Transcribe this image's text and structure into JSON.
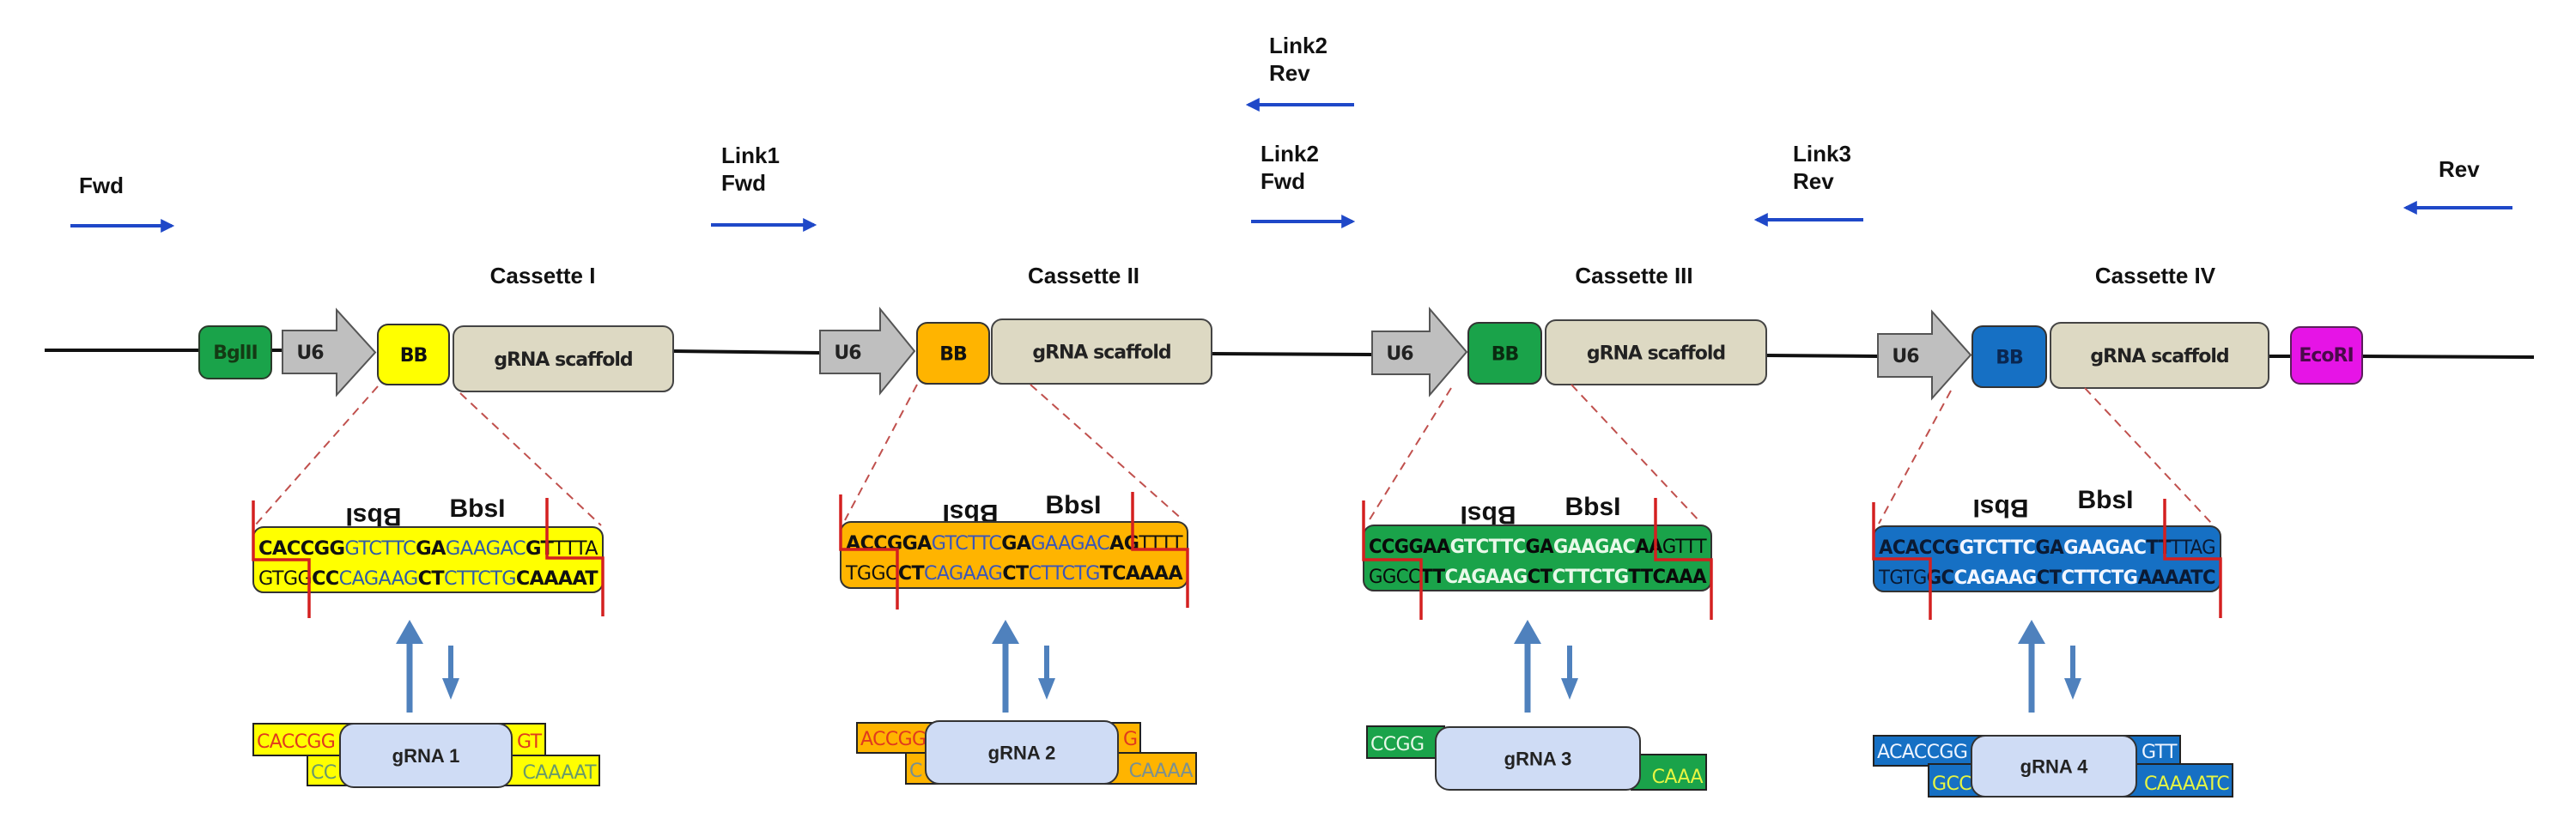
{
  "colors": {
    "primer_arrow": "#1f48c8",
    "backbone": "#111111",
    "u6": "#bfbfbf",
    "scaffold": "#ddd9c3",
    "bglii": "#1aa34a",
    "ecori": "#e614e6",
    "red_cut": "#d42020",
    "dashed": "#c0504d",
    "flow_arrow": "#4f81bd",
    "grna_pill": "#cfdcf5"
  },
  "primers": [
    {
      "id": "fwd",
      "lines": [
        "Fwd"
      ],
      "direction": "right"
    },
    {
      "id": "link1-fwd",
      "lines": [
        "Link1",
        "Fwd"
      ],
      "direction": "right"
    },
    {
      "id": "link2-rev",
      "lines": [
        "Link2",
        "Rev"
      ],
      "direction": "left"
    },
    {
      "id": "link2-fwd",
      "lines": [
        "Link2",
        "Fwd"
      ],
      "direction": "right"
    },
    {
      "id": "link3-rev",
      "lines": [
        "Link3",
        "Rev"
      ],
      "direction": "left"
    },
    {
      "id": "rev",
      "lines": [
        "Rev"
      ],
      "direction": "left"
    }
  ],
  "sites": {
    "bglii": "BglII",
    "ecori": "EcoRI"
  },
  "parts": {
    "promoter": "U6",
    "bb": "BB",
    "scaffold": "gRNA scaffold"
  },
  "bbsi_label": "BbsI",
  "cassettes": [
    {
      "title": "Cassette I",
      "bb_color": "#ffff00",
      "seq_box_color": "#ffff00",
      "dark_text": "#111111",
      "site_text": "#2e5ca8",
      "top_strand": [
        {
          "t": "CACCGG",
          "c": "dark",
          "b": true
        },
        {
          "t": "GTCTTC",
          "c": "site",
          "b": false
        },
        {
          "t": "GA",
          "c": "dark",
          "b": true
        },
        {
          "t": "GAAGAC",
          "c": "site",
          "b": false
        },
        {
          "t": "GT",
          "c": "dark",
          "b": true
        },
        {
          "t": "TTTA",
          "c": "dark",
          "b": false
        }
      ],
      "bottom_strand": [
        {
          "t": "GTGG",
          "c": "dark",
          "b": false
        },
        {
          "t": "CC",
          "c": "dark",
          "b": true
        },
        {
          "t": "CAGAAG",
          "c": "site",
          "b": false
        },
        {
          "t": "CT",
          "c": "dark",
          "b": true
        },
        {
          "t": "CTTCTG",
          "c": "site",
          "b": false
        },
        {
          "t": "CAAAAT",
          "c": "dark",
          "b": true
        }
      ],
      "grna_label": "gRNA 1",
      "oligo_top_left": "CACCGG",
      "oligo_top_right": "GT",
      "oligo_bottom_left": "CC",
      "oligo_bottom_right": "CAAAAT",
      "oligo_top_color": "#e03a1e",
      "oligo_bottom_color": "#6a9a6a"
    },
    {
      "title": "Cassette II",
      "bb_color": "#ffb400",
      "seq_box_color": "#ffb400",
      "dark_text": "#111111",
      "site_text": "#3b56b8",
      "top_strand": [
        {
          "t": "ACCGGA",
          "c": "dark",
          "b": true
        },
        {
          "t": "GTCTTC",
          "c": "site",
          "b": false
        },
        {
          "t": "GA",
          "c": "dark",
          "b": true
        },
        {
          "t": "GAAGAC",
          "c": "site",
          "b": false
        },
        {
          "t": "AG",
          "c": "dark",
          "b": true
        },
        {
          "t": "TTTT",
          "c": "dark",
          "b": false
        }
      ],
      "bottom_strand": [
        {
          "t": "TGGC",
          "c": "dark",
          "b": false
        },
        {
          "t": "CT",
          "c": "dark",
          "b": true
        },
        {
          "t": "CAGAAG",
          "c": "site",
          "b": false
        },
        {
          "t": "CT",
          "c": "dark",
          "b": true
        },
        {
          "t": "CTTCTG",
          "c": "site",
          "b": false
        },
        {
          "t": "TCAAAA",
          "c": "dark",
          "b": true
        }
      ],
      "grna_label": "gRNA 2",
      "oligo_top_left": "ACCGG",
      "oligo_top_right": "G",
      "oligo_bottom_left": "C",
      "oligo_bottom_right": "CAAAA",
      "oligo_top_color": "#e03a1e",
      "oligo_bottom_color": "#7a9090"
    },
    {
      "title": "Cassette III",
      "bb_color": "#1aa34a",
      "seq_box_color": "#1aa34a",
      "dark_text": "#0a0a0a",
      "site_text": "#e8f8e8",
      "top_strand": [
        {
          "t": "CCGGAA",
          "c": "dark",
          "b": true
        },
        {
          "t": "GTCTTC",
          "c": "site",
          "b": true
        },
        {
          "t": "GA",
          "c": "dark",
          "b": true
        },
        {
          "t": "GAAGAC",
          "c": "site",
          "b": true
        },
        {
          "t": "AA",
          "c": "dark",
          "b": true
        },
        {
          "t": "GTTT",
          "c": "dark",
          "b": false
        }
      ],
      "bottom_strand": [
        {
          "t": "GGCC",
          "c": "dark",
          "b": false
        },
        {
          "t": "TT",
          "c": "dark",
          "b": true
        },
        {
          "t": "CAGAAG",
          "c": "site",
          "b": true
        },
        {
          "t": "CT",
          "c": "dark",
          "b": true
        },
        {
          "t": "CTTCTG",
          "c": "site",
          "b": true
        },
        {
          "t": "TTCAAA",
          "c": "dark",
          "b": true
        }
      ],
      "grna_label": "gRNA 3",
      "oligo_top_left": "CCGG",
      "oligo_top_right": "",
      "oligo_bottom_left": "",
      "oligo_bottom_right": "CAAA",
      "oligo_top_color": "#e8f8e8",
      "oligo_bottom_color": "#e6f542"
    },
    {
      "title": "Cassette IV",
      "bb_color": "#1670c4",
      "seq_box_color": "#1670c4",
      "dark_text": "#0b1a33",
      "site_text": "#f2f6ff",
      "top_strand": [
        {
          "t": "ACACCG",
          "c": "dark",
          "b": true
        },
        {
          "t": "GTCTTC",
          "c": "site",
          "b": true
        },
        {
          "t": "GA",
          "c": "dark",
          "b": true
        },
        {
          "t": "GAAGAC",
          "c": "site",
          "b": true
        },
        {
          "t": "TT",
          "c": "dark",
          "b": true
        },
        {
          "t": "TTAG",
          "c": "dark",
          "b": false
        }
      ],
      "bottom_strand": [
        {
          "t": "TGTG",
          "c": "dark",
          "b": false
        },
        {
          "t": "GC",
          "c": "dark",
          "b": true
        },
        {
          "t": "CAGAAG",
          "c": "site",
          "b": true
        },
        {
          "t": "CT",
          "c": "dark",
          "b": true
        },
        {
          "t": "CTTCTG",
          "c": "site",
          "b": true
        },
        {
          "t": "AAAATC",
          "c": "dark",
          "b": true
        }
      ],
      "grna_label": "gRNA 4",
      "oligo_top_left": "ACACCGG",
      "oligo_top_right": "GTT",
      "oligo_bottom_left": "GCC",
      "oligo_bottom_right": "CAAAATC",
      "oligo_top_color": "#eef4ff",
      "oligo_bottom_color": "#e6f542"
    }
  ]
}
